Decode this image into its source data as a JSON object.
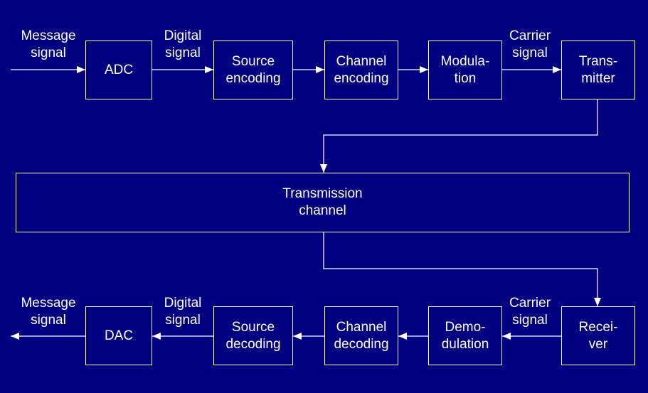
{
  "colors": {
    "background": "#000080",
    "foreground": "#ffffff"
  },
  "blocks": {
    "adc": "ADC",
    "source_encoding": "Source\nencoding",
    "channel_encoding": "Channel\nencoding",
    "modulation": "Modula-\ntion",
    "transmitter": "Trans-\nmitter",
    "transmission_channel": "Transmission\nchannel",
    "receiver": "Recei-\nver",
    "demodulation": "Demo-\ndulation",
    "channel_decoding": "Channel\ndecoding",
    "source_decoding": "Source\ndecoding",
    "dac": "DAC"
  },
  "labels": {
    "message_in": "Message\nsignal",
    "digital_top": "Digital\nsignal",
    "carrier_top": "Carrier\nsignal",
    "carrier_bottom": "Carrier\nsignal",
    "digital_bottom": "Digital\nsignal",
    "message_out": "Message\nsignal"
  }
}
